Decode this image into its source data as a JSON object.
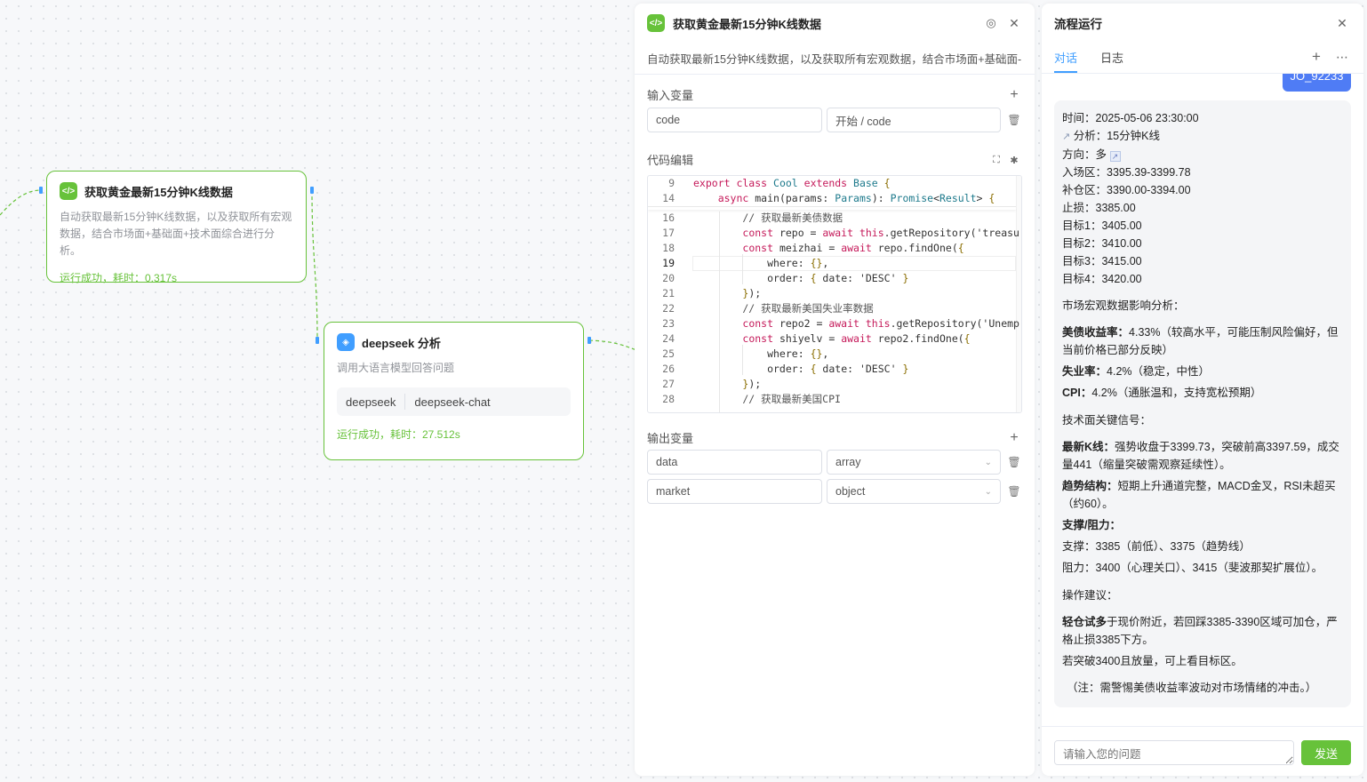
{
  "nodes": {
    "kline": {
      "title": "获取黄金最新15分钟K线数据",
      "desc": "自动获取最新15分钟K线数据，以及获取所有宏观数据，结合市场面+基础面+技术面综合进行分析。",
      "status": "运行成功，耗时：0.317s",
      "icon": "code-icon"
    },
    "deepseek": {
      "title": "deepseek 分析",
      "desc": "调用大语言模型回答问题",
      "provider": "deepseek",
      "model": "deepseek-chat",
      "status": "运行成功，耗时：27.512s",
      "icon": "cube-icon"
    }
  },
  "editor": {
    "title": "获取黄金最新15分钟K线数据",
    "desc": "自动获取最新15分钟K线数据，以及获取所有宏观数据，结合市场面+基础面-",
    "inputs_label": "输入变量",
    "input_name": "code",
    "input_source": "开始 / code",
    "code_label": "代码编辑",
    "outputs_label": "输出变量",
    "outputs": [
      {
        "name": "data",
        "type": "array"
      },
      {
        "name": "market",
        "type": "object"
      }
    ],
    "code_lines": [
      {
        "n": "9",
        "t": "export class Cool extends Base {"
      },
      {
        "n": "14",
        "t": "    async main(params: Params): Promise<Result> {"
      },
      {
        "n": "16",
        "t": "        // 获取最新美债数据"
      },
      {
        "n": "17",
        "t": "        const repo = await this.getRepository('treasu"
      },
      {
        "n": "18",
        "t": "        const meizhai = await repo.findOne({"
      },
      {
        "n": "19",
        "t": "            where: {},"
      },
      {
        "n": "20",
        "t": "            order: { date: 'DESC' }"
      },
      {
        "n": "21",
        "t": "        });"
      },
      {
        "n": "22",
        "t": "        // 获取最新美国失业率数据"
      },
      {
        "n": "23",
        "t": "        const repo2 = await this.getRepository('Unemp"
      },
      {
        "n": "24",
        "t": "        const shiyelv = await repo2.findOne({"
      },
      {
        "n": "25",
        "t": "            where: {},"
      },
      {
        "n": "26",
        "t": "            order: { date: 'DESC' }"
      },
      {
        "n": "27",
        "t": "        });"
      },
      {
        "n": "28",
        "t": "        // 获取最新美国CPI"
      }
    ]
  },
  "run": {
    "title": "流程运行",
    "tabs": [
      "对话",
      "日志"
    ],
    "user_badge": "JO_92233",
    "msg": {
      "l1": "时间：2025-05-06 23:30:00",
      "l2": "分析：15分钟K线",
      "l3": "方向：多",
      "l4": "入场区：3395.39-3399.78",
      "l5": "补仓区：3390.00-3394.00",
      "l6": "止损：3385.00",
      "l7": "目标1：3405.00",
      "l8": "目标2：3410.00",
      "l9": "目标3：3415.00",
      "l10": "目标4：3420.00",
      "macro_h": "市场宏观数据影响分析：",
      "bond_k": "美债收益率：",
      "bond_v": "4.33%（较高水平，可能压制风险偏好，但当前价格已部分反映）",
      "unemp_k": "失业率：",
      "unemp_v": "4.2%（稳定，中性）",
      "cpi_k": "CPI：",
      "cpi_v": "4.2%（通胀温和，支持宽松预期）",
      "tech_h": "技术面关键信号：",
      "k_k": "最新K线：",
      "k_v": "强势收盘于3399.73，突破前高3397.59，成交量441（缩量突破需观察延续性）。",
      "trend_k": "趋势结构：",
      "trend_v": "短期上升通道完整，MACD金叉，RSI未超买（约60）。",
      "sr_k": "支撑/阻力：",
      "sup": "支撑：3385（前低）、3375（趋势线）",
      "res": "阻力：3400（心理关口）、3415（斐波那契扩展位）。",
      "op_h": "操作建议：",
      "op1_k": "轻仓试多",
      "op1_v": "于现价附近，若回踩3385-3390区域可加仓，严格止损3385下方。",
      "op2": "若突破3400且放量，可上看目标区。",
      "note": "（注：需警惕美债收益率波动对市场情绪的冲击。）"
    },
    "input_placeholder": "请输入您的问题",
    "send_label": "发送"
  },
  "colors": {
    "accent": "#409eff",
    "success": "#67c23a",
    "badge": "#4f7cf5"
  }
}
